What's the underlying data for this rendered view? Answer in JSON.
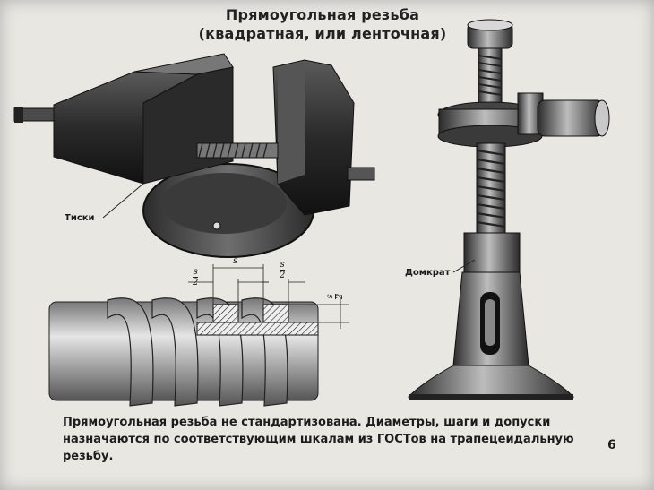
{
  "title": {
    "line1": "Прямоугольная резьба",
    "line2": "(квадратная, или ленточная)"
  },
  "labels": {
    "vise": "Тиски",
    "jack": "Домкрат"
  },
  "dimensions": {
    "s": "s",
    "half_s_num": "s",
    "half_s_den": "2"
  },
  "caption": {
    "line1": "Прямоугольная резьба не стандартизована. Диаметры, шаги и допуски",
    "line2": "назначаются по соответствующим шкалам из ГОСТов на трапецеидальную",
    "line3": "резьбу."
  },
  "page_number": "6"
}
